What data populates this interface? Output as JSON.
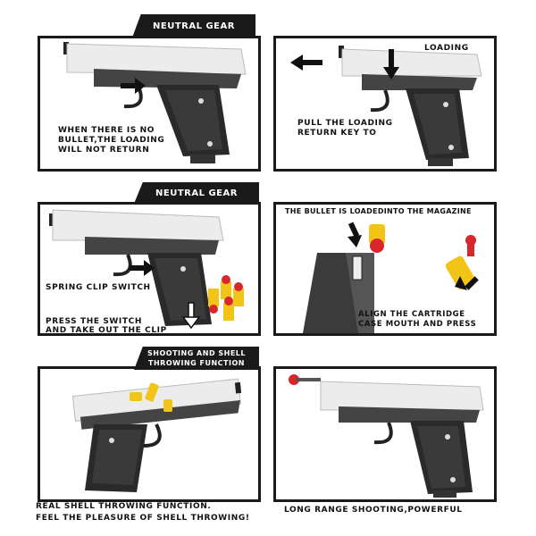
{
  "tabs": {
    "neutral_gear_1": "NEUTRAL GEAR",
    "neutral_gear_2": "NEUTRAL GEAR",
    "shooting_line1": "SHOOTING AND SHELL",
    "shooting_line2": "THROWING FUNCTION"
  },
  "captions": {
    "p1_line1": "WHEN THERE IS NO",
    "p1_line2": "BULLET,THE LOADING",
    "p1_line3": "WILL NOT RETURN",
    "p2_title": "LOADING",
    "p2_line1": "PULL THE LOADING",
    "p2_line2": "RETURN KEY TO",
    "p3_switch": "SPRING CLIP SWITCH",
    "p3_line1": "PRESS THE SWITCH",
    "p3_line2": "AND TAKE OUT THE CLIP",
    "p4_title": "THE BULLET IS LOADEDINTO THE MAGAZINE",
    "p4_line1": "ALIGN THE CARTRIDGE",
    "p4_line2": "CASE MOUTH AND PRESS",
    "p5_line1": "REAL SHELL THROWING FUNCTION.",
    "p5_line2": "FEEL THE PLEASURE OF SHELL THROWING!",
    "p6_line1": "LONG RANGE SHOOTING,POWERFUL"
  },
  "colors": {
    "frame": "#1a1a1a",
    "slide": "#e8e8e8",
    "grip": "#2a2a2a",
    "bullet_tip": "#d8262c",
    "shell": "#f2c418"
  },
  "icons": [
    "pistol-illustration",
    "arrow-icon",
    "magazine-illustration",
    "bullet-icon"
  ]
}
